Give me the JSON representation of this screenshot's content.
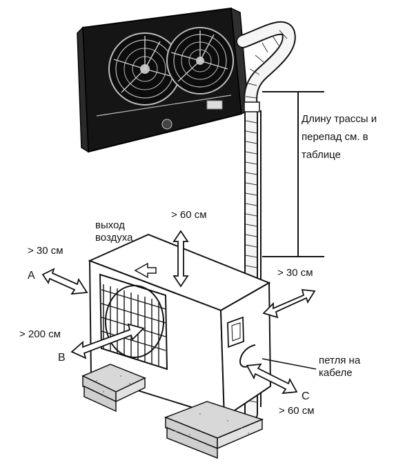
{
  "labels": {
    "route_note": "Длину трассы и перепад см. в таблице",
    "air_outlet": "выход воздуха",
    "top_clearance": "> 60 см",
    "left_clearance": "> 30 см",
    "right_clearance": "> 30 см",
    "front_clearance": "> 200 см",
    "bottom_clearance": "> 60 см",
    "cable_loop": "петля на кабеле",
    "point_a": "A",
    "point_b": "B",
    "point_c": "C"
  },
  "colors": {
    "ink": "#111111",
    "fan_unit_body": "#1a1a1a",
    "fan_guard": "#e8e8e8",
    "pad_fill": "#d8d8d8",
    "background": "#ffffff"
  },
  "icons": {
    "fan_unit": "condenser-fan-unit",
    "outdoor_unit": "outdoor-ac-unit",
    "pipe": "insulated-pipe",
    "arrow": "double-headed-arrow"
  }
}
